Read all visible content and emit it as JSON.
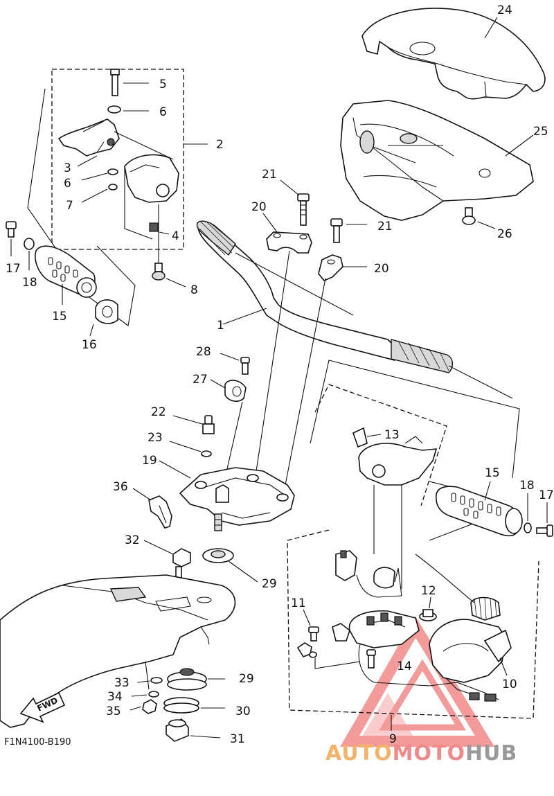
{
  "diagram": {
    "code": "F1N4100-B190",
    "fwd_label": "FWD",
    "labels": {
      "p1": "1",
      "p2": "2",
      "p3": "3",
      "p4": "4",
      "p5": "5",
      "p6a": "6",
      "p6b": "6",
      "p7": "7",
      "p8": "8",
      "p9": "9",
      "p10": "10",
      "p11": "11",
      "p12": "12",
      "p13": "13",
      "p14": "14",
      "p15a": "15",
      "p15b": "15",
      "p16": "16",
      "p17a": "17",
      "p17b": "17",
      "p18a": "18",
      "p18b": "18",
      "p19": "19",
      "p20a": "20",
      "p20b": "20",
      "p21a": "21",
      "p21b": "21",
      "p22": "22",
      "p23": "23",
      "p24": "24",
      "p25": "25",
      "p26": "26",
      "p27": "27",
      "p28": "28",
      "p29a": "29",
      "p29b": "29",
      "p30": "30",
      "p31": "31",
      "p32": "32",
      "p33": "33",
      "p34": "34",
      "p35": "35",
      "p36": "36"
    }
  },
  "watermark": {
    "part1": "AUTO",
    "part2": "MOTO",
    "part3": "HUB",
    "color1": "#f4b26a",
    "color2": "#f08a8a",
    "color3": "#9a9a9a",
    "triangle_color": "#f07a7a"
  }
}
